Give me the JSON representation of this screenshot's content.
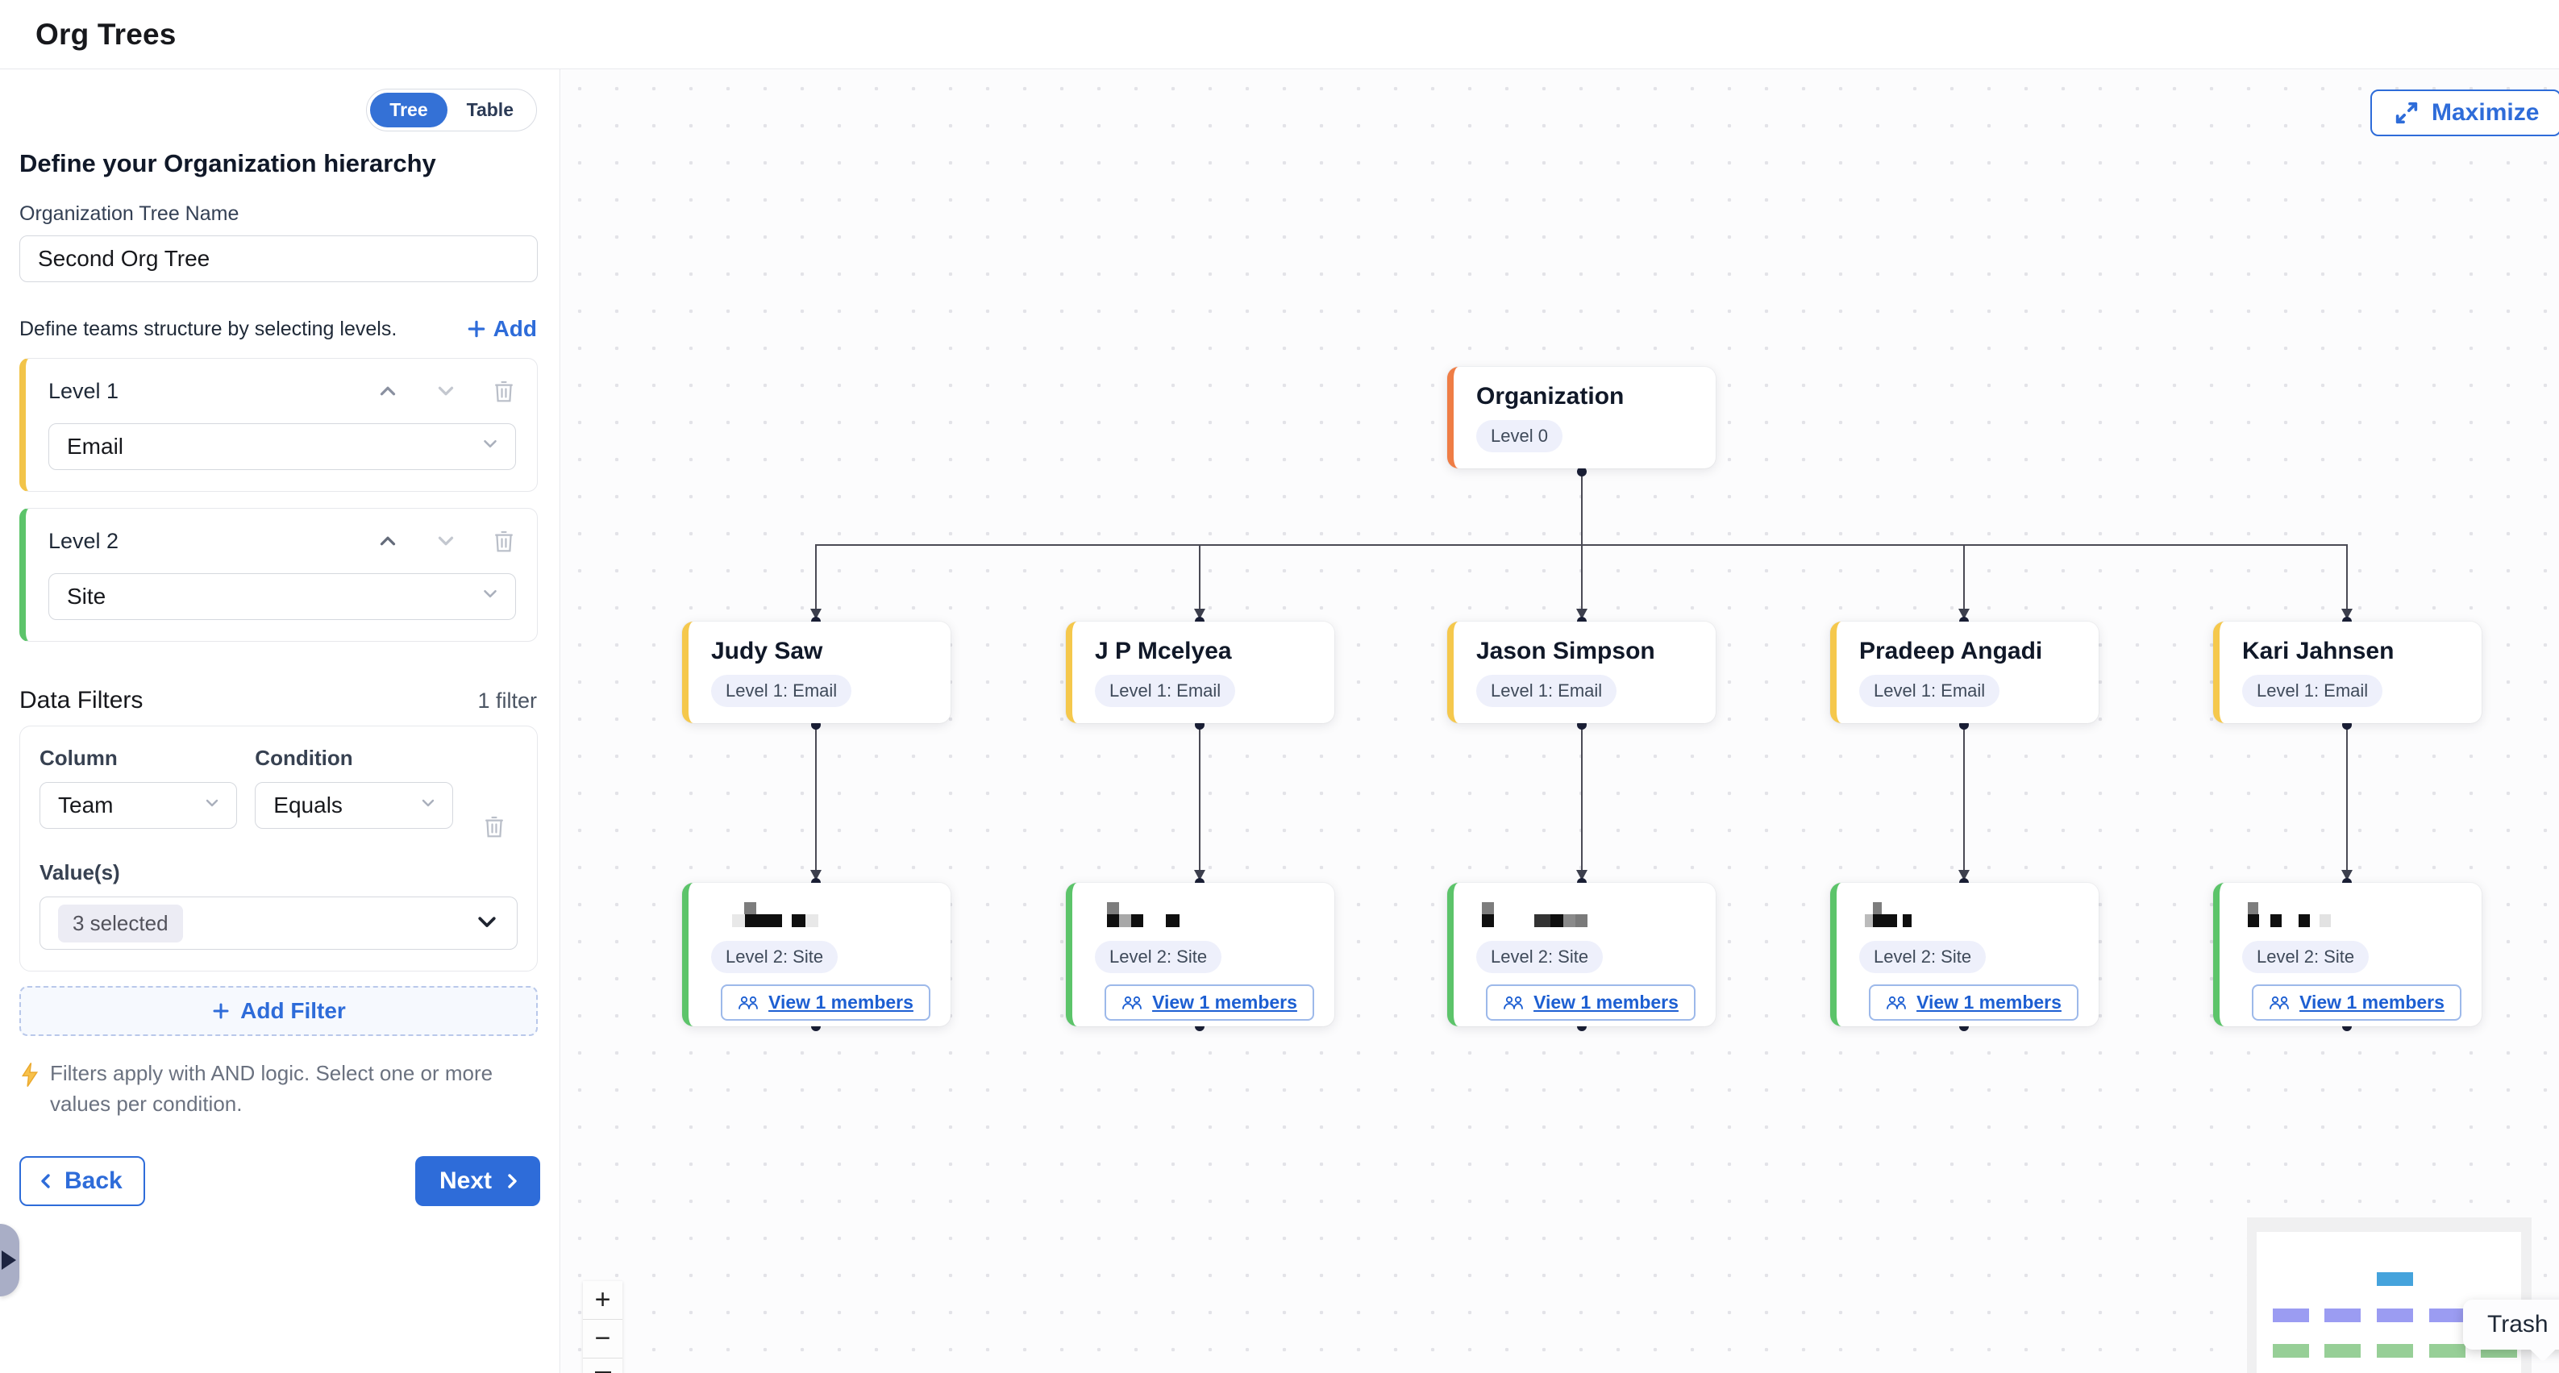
{
  "colors": {
    "primary_blue": "#2e6cd9",
    "toggle_active_blue": "#3471d6",
    "level0_orange": "#ef7d45",
    "level1_yellow": "#f2c449",
    "level2_green": "#5cc46a",
    "badge_bg": "#eef0fb",
    "edge_gray": "#4a4a55"
  },
  "header": {
    "title": "Org Trees"
  },
  "view_toggle": {
    "options": [
      "Tree",
      "Table"
    ],
    "active": "Tree"
  },
  "sidebar": {
    "heading": "Define your Organization hierarchy",
    "tree_name": {
      "label": "Organization Tree Name",
      "value": "Second Org Tree"
    },
    "levels_section": {
      "description": "Define teams structure by selecting levels.",
      "add_label": "Add"
    },
    "levels": [
      {
        "label": "Level 1",
        "value": "Email",
        "accent": "colors.level1_yellow"
      },
      {
        "label": "Level 2",
        "value": "Site",
        "accent": "colors.level2_green"
      }
    ],
    "filters_section": {
      "heading": "Data Filters",
      "count_label": "1 filter",
      "filter": {
        "column_label": "Column",
        "column_value": "Team",
        "condition_label": "Condition",
        "condition_value": "Equals",
        "values_label": "Value(s)",
        "values_value": "3 selected"
      },
      "add_filter_label": "Add Filter",
      "note": "Filters apply with AND logic. Select one or more values per condition."
    },
    "footer": {
      "back_label": "Back",
      "next_label": "Next"
    }
  },
  "canvas": {
    "maximize_label": "Maximize",
    "tree": {
      "root": {
        "title": "Organization",
        "badge": "Level 0"
      },
      "level1_nodes": [
        {
          "title": "Judy Saw",
          "badge": "Level 1: Email"
        },
        {
          "title": "J P Mcelyea",
          "badge": "Level 1: Email"
        },
        {
          "title": "Jason Simpson",
          "badge": "Level 1: Email"
        },
        {
          "title": "Pradeep Angadi",
          "badge": "Level 1: Email"
        },
        {
          "title": "Kari Jahnsen",
          "badge": "Level 1: Email"
        }
      ],
      "level2_nodes": [
        {
          "badge": "Level 2: Site",
          "button_label": "View 1 members",
          "name_blocks": [
            [
              41,
              -14,
              15,
              15,
              "#7d7d7d"
            ],
            [
              26,
              1,
              16,
              16,
              "#e8e8e8"
            ],
            [
              42,
              1,
              46,
              16,
              "#0f0f0f"
            ],
            [
              100,
              1,
              17,
              16,
              "#0f0f0f"
            ],
            [
              117,
              1,
              16,
              16,
              "#e8e8e8"
            ]
          ]
        },
        {
          "badge": "Level 2: Site",
          "button_label": "View 1 members",
          "name_blocks": [
            [
              15,
              -14,
              15,
              15,
              "#7d7d7d"
            ],
            [
              15,
              1,
              15,
              16,
              "#0f0f0f"
            ],
            [
              30,
              1,
              15,
              16,
              "#a8a8a8"
            ],
            [
              45,
              1,
              15,
              16,
              "#0f0f0f"
            ],
            [
              88,
              1,
              17,
              16,
              "#0f0f0f"
            ]
          ]
        },
        {
          "badge": "Level 2: Site",
          "button_label": "View 1 members",
          "name_blocks": [
            [
              7,
              -14,
              15,
              15,
              "#7d7d7d"
            ],
            [
              7,
              1,
              15,
              16,
              "#0f0f0f"
            ],
            [
              72,
              1,
              20,
              16,
              "#333333"
            ],
            [
              92,
              1,
              16,
              16,
              "#0f0f0f"
            ],
            [
              108,
              1,
              15,
              16,
              "#8a8a8a"
            ],
            [
              123,
              1,
              15,
              16,
              "#7a7a7a"
            ]
          ]
        },
        {
          "badge": "Level 2: Site",
          "button_label": "View 1 members",
          "name_blocks": [
            [
              17,
              -14,
              11,
              15,
              "#7d7d7d"
            ],
            [
              7,
              1,
              10,
              16,
              "#bbbbbb"
            ],
            [
              17,
              1,
              30,
              16,
              "#0f0f0f"
            ],
            [
              54,
              1,
              11,
              16,
              "#0f0f0f"
            ]
          ]
        },
        {
          "badge": "Level 2: Site",
          "button_label": "View 1 members",
          "name_blocks": [
            [
              7,
              -14,
              13,
              15,
              "#7d7d7d"
            ],
            [
              7,
              1,
              14,
              16,
              "#0f0f0f"
            ],
            [
              35,
              1,
              14,
              16,
              "#0f0f0f"
            ],
            [
              70,
              1,
              14,
              16,
              "#0f0f0f"
            ],
            [
              96,
              1,
              14,
              16,
              "#e2e2e2"
            ]
          ]
        }
      ]
    },
    "controls": {
      "zoom_in": "+",
      "zoom_out": "−"
    },
    "tooltip": {
      "text": "Trash"
    }
  }
}
